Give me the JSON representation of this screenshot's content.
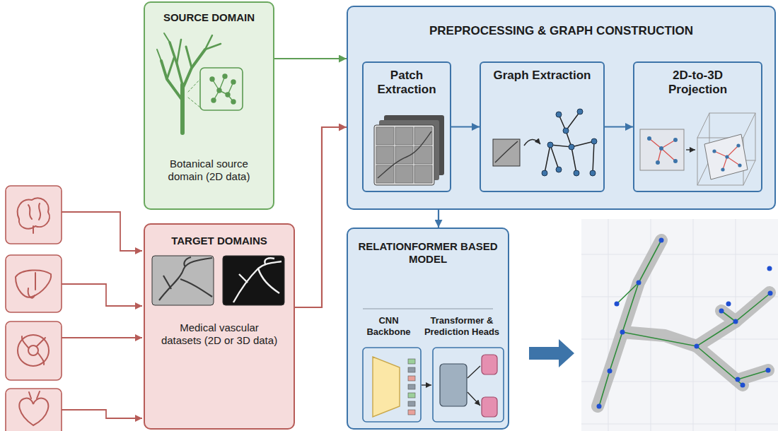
{
  "diagram": {
    "nodes": [
      {
        "text": [
          "SOURCE DOMAIN",
          "Botanical source domain (2D data)"
        ]
      },
      {
        "text": [
          "PREPROCESSING & GRAPH CONSTRUCTION"
        ]
      },
      {
        "text": [
          "Patch Extraction"
        ],
        "in": 1
      },
      {
        "text": [
          "Graph Extraction"
        ],
        "in": 1
      },
      {
        "text": [
          "2D-to-3D Projection"
        ],
        "in": 1
      },
      {
        "text": [
          "TARGET DOMAINS",
          "Medical vascular datasets (2D or 3D data)"
        ]
      },
      {
        "text": [
          "RELATIONFORMER BASED MODEL",
          "CNN Backbone",
          "Transformer & Prediction Heads"
        ]
      }
    ],
    "edges": [
      {
        "from": 0,
        "to": 1,
        "arrow": "to"
      },
      {
        "from": 5,
        "to": 1,
        "arrow": "to"
      },
      {
        "from": 2,
        "to": 3,
        "arrow": "to"
      },
      {
        "from": 3,
        "to": 4,
        "arrow": "to"
      },
      {
        "from": 1,
        "to": 6,
        "arrow": "to"
      }
    ]
  }
}
